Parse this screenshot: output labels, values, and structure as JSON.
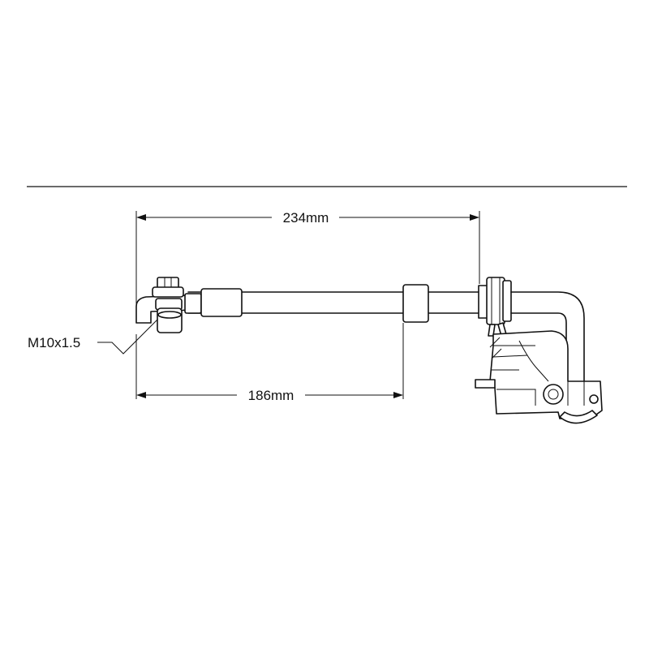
{
  "dimensions": {
    "overall_length": "234mm",
    "hose_length": "186mm",
    "thread_size": "M10x1.5"
  },
  "colors": {
    "line": "#111111",
    "background": "#ffffff"
  }
}
